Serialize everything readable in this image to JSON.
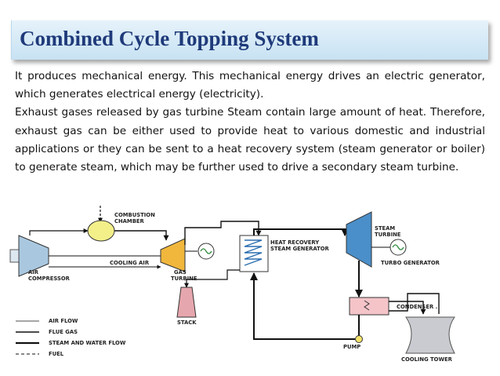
{
  "slide": {
    "title": "Combined Cycle Topping System",
    "paragraphs": [
      "It produces mechanical energy. This mechanical energy drives an electric generator, which generates electrical energy (electricity).",
      " Exhaust gases released by gas turbine Steam contain large amount of heat. Therefore,  exhaust gas can be either used to  provide heat to various domestic and industrial applications or they can be sent to a heat recovery system (steam generator or boiler) to generate steam, which may be further used to drive a secondary steam turbine."
    ]
  },
  "diagram": {
    "labels": {
      "combustion_chamber_1": "COMBUSTION",
      "combustion_chamber_2": "CHAMBER",
      "air_compressor_1": "AIR",
      "air_compressor_2": "COMPRESSOR",
      "cooling_air": "COOLING AIR",
      "gas_turbine_1": "GAS",
      "gas_turbine_2": "TURBINE",
      "stack": "STACK",
      "hrsg_1": "HEAT RECOVERY",
      "hrsg_2": "STEAM GENERATOR",
      "steam_turbine_1": "STEAM",
      "steam_turbine_2": "TURBINE",
      "turbo_generator": "TURBO GENERATOR",
      "condenser": "CONDENSER .",
      "pump": "PUMP",
      "cooling_tower": "COOLING TOWER"
    },
    "legend": [
      {
        "label": "AIR FLOW",
        "style": "thin"
      },
      {
        "label": "FLUE GAS",
        "style": "medium"
      },
      {
        "label": "STEAM AND WATER FLOW",
        "style": "thick"
      },
      {
        "label": "FUEL",
        "style": "dashed"
      }
    ],
    "colors": {
      "compressor": "#a9c8e0",
      "combustion_chamber": "#f3f08a",
      "gas_turbine": "#f1b73c",
      "stack": "#e6a6ad",
      "steam_turbine": "#4a8fc9",
      "condenser": "#f4c4c9",
      "cooling_tower": "#c9cbd0",
      "title_text": "#1f3a7a",
      "title_bar": "#d4e9f6"
    }
  }
}
